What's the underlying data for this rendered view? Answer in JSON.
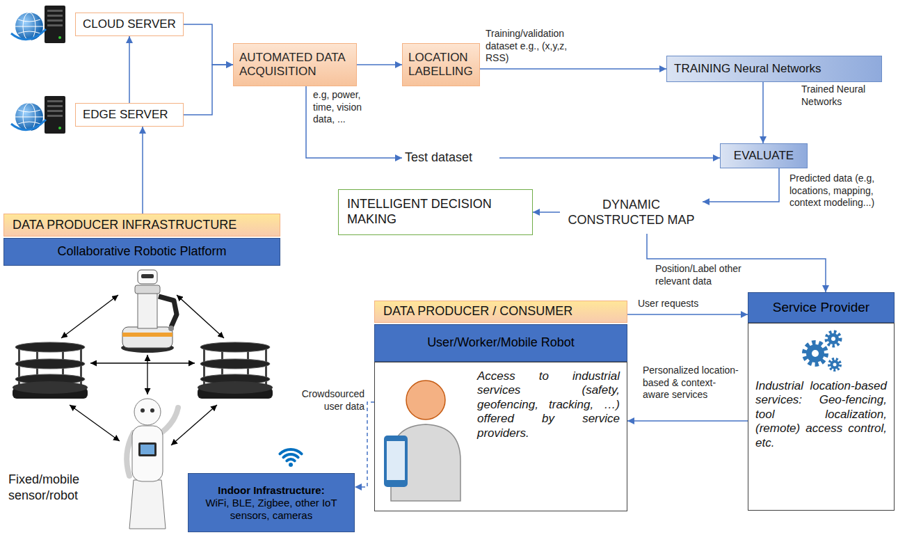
{
  "diagram": {
    "nodes": [
      {
        "text": [
          "CLOUD SERVER"
        ]
      },
      {
        "text": [
          "EDGE SERVER"
        ]
      },
      {
        "text": [
          "AUTOMATED DATA ACQUISITION"
        ]
      },
      {
        "text": [
          "LOCATION LABELLING"
        ]
      },
      {
        "text": [
          "TRAINING Neural Networks"
        ]
      },
      {
        "text": [
          "Test dataset"
        ]
      },
      {
        "text": [
          "EVALUATE"
        ]
      },
      {
        "text": [
          "INTELLIGENT DECISION MAKING"
        ]
      },
      {
        "text": [
          "DYNAMIC CONSTRUCTED MAP"
        ]
      },
      {
        "text": [
          "DATA PRODUCER INFRASTRUCTURE"
        ]
      },
      {
        "text": [
          "Collaborative Robotic Platform"
        ]
      },
      {
        "text": [
          "DATA PRODUCER / CONSUMER"
        ]
      },
      {
        "text": [
          "User/Worker/Mobile Robot"
        ]
      },
      {
        "text": [
          "Access to industrial services (safety, geofencing, tracking, …) offered by service providers."
        ]
      },
      {
        "text": [
          "Service Provider"
        ]
      },
      {
        "text": [
          "Industrial location-based services: Geo-fencing, tool localization, (remote) access control, etc."
        ]
      },
      {
        "text": [
          "Indoor Infrastructure:",
          "WiFi, BLE, Zigbee, other IoT sensors, cameras"
        ]
      }
    ],
    "edges": [
      {
        "from": 1,
        "to": 0,
        "arrow": "to"
      },
      {
        "from": 0,
        "to": 2,
        "arrow": "to"
      },
      {
        "from": 1,
        "to": 2,
        "arrow": "to"
      },
      {
        "from": 9,
        "to": 1,
        "arrow": "to"
      },
      {
        "from": 2,
        "to": 3,
        "arrow": "to"
      },
      {
        "from": 3,
        "to": 4,
        "arrow": "to",
        "label": "Training/validation dataset e.g., (x,y,z, RSS)"
      },
      {
        "from": 2,
        "to": 5,
        "arrow": "to",
        "label": "e.g, power, time, vision data, ..."
      },
      {
        "from": 5,
        "to": 6,
        "arrow": "to"
      },
      {
        "from": 4,
        "to": 6,
        "arrow": "to",
        "label": "Trained Neural Networks"
      },
      {
        "from": 6,
        "to": 8,
        "arrow": "to",
        "label": "Predicted data (e.g, locations, mapping, context modeling...)"
      },
      {
        "from": 8,
        "to": 7,
        "arrow": "to"
      },
      {
        "from": 8,
        "to": 14,
        "arrow": "to",
        "label": "Position/Label other relevant data"
      },
      {
        "from": 11,
        "to": 14,
        "arrow": "to",
        "label": "User requests"
      },
      {
        "from": 15,
        "to": 13,
        "arrow": "to",
        "label": "Personalized location-based & context-aware services"
      },
      {
        "from": 13,
        "to": 16,
        "arrow": "to",
        "label": "Crowdsourced user data"
      }
    ],
    "labels": [
      "Fixed/mobile sensor/robot"
    ]
  }
}
